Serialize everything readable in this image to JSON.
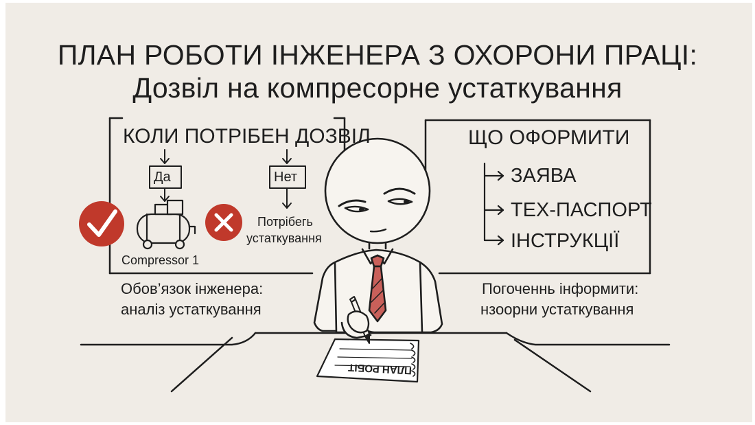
{
  "title": {
    "line1": "ПЛАН РОБОТИ ІНЖЕНЕРА З ОХОРОНИ ПРАЦІ:",
    "line2": "Дозвіл на компресорне устаткування"
  },
  "left_panel": {
    "heading": "КОЛИ ПОТРІБЕН ДОЗВІЛ",
    "yes_label": "Да",
    "no_label": "Нет",
    "device_label": "Compressor 1",
    "need_label_line1": "Потрібегь",
    "need_label_line2": "устаткування"
  },
  "right_panel": {
    "heading": "ЩО ОФОРМИТИ",
    "items": [
      "ЗАЯВА",
      "ТЕХ-ПАСПОРТ",
      "ІНСТРУКЦІЇ"
    ]
  },
  "notes": {
    "left_line1": "Обов’язок інженера:",
    "left_line2": "аналіз устаткування",
    "right_line1": "Погоченнь інформити:",
    "right_line2": "нзоорни устаткування"
  },
  "notebook_text": "ПЛАН РОБІТ",
  "colors": {
    "background": "#f0ece6",
    "ink": "#1e1e1e",
    "accent_red": "#c0392b",
    "tie_red": "#c9605a"
  },
  "icons": [
    "check-icon",
    "cross-icon",
    "compressor-icon",
    "pencil-icon"
  ]
}
